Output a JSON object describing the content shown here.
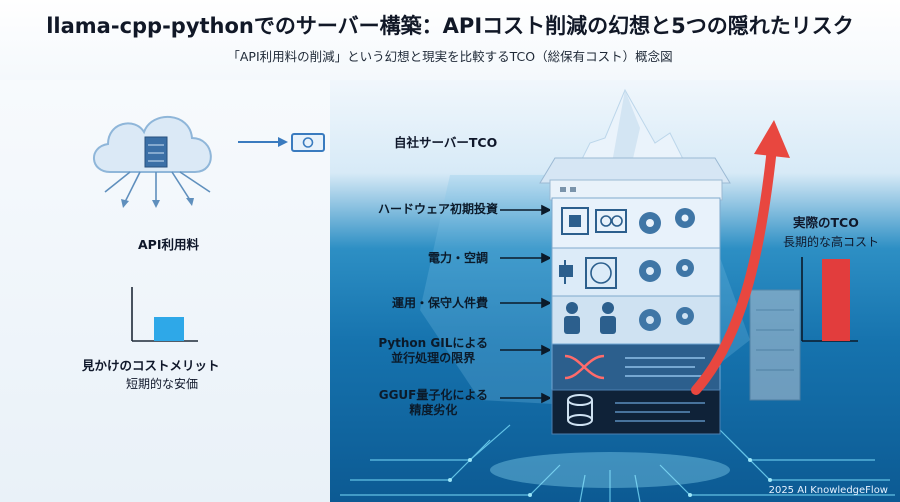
{
  "header": {
    "title": "llama-cpp-pythonでのサーバー構築：APIコスト削減の幻想と5つの隠れたリスク",
    "subtitle": "「API利用料の削減」という幻想と現実を比較するTCO（総保有コスト）概念図"
  },
  "left": {
    "api_label": "API利用料",
    "merit_title": "見かけのコストメリット",
    "merit_sub": "短期的な安価"
  },
  "center": {
    "server_tco_label": "自社サーバーTCO",
    "layers": [
      {
        "line1": "ハードウェア初期投資",
        "line2": ""
      },
      {
        "line1": "電力・空調",
        "line2": ""
      },
      {
        "line1": "運用・保守人件費",
        "line2": ""
      },
      {
        "line1": "Python GILによる",
        "line2": "並行処理の限界"
      },
      {
        "line1": "GGUF量子化による",
        "line2": "精度劣化"
      }
    ]
  },
  "right": {
    "actual_title": "実際のTCO",
    "actual_sub": "長期的な高コスト"
  },
  "footer": "2025 AI KnowledgeFlow",
  "colors": {
    "cost_bar_small": "#2ea8e8",
    "cost_bar_large": "#e23d3d",
    "arrow": "#e8473f",
    "tower_top": "#eaf3fb"
  },
  "icons": [
    "cloud-server-icon",
    "money-bill-icon",
    "chip-icon",
    "gpu-card-icon",
    "gear-icon",
    "plug-icon",
    "fan-icon",
    "worker-icon",
    "shuffle-icon",
    "database-icon",
    "server-rack-icon"
  ]
}
